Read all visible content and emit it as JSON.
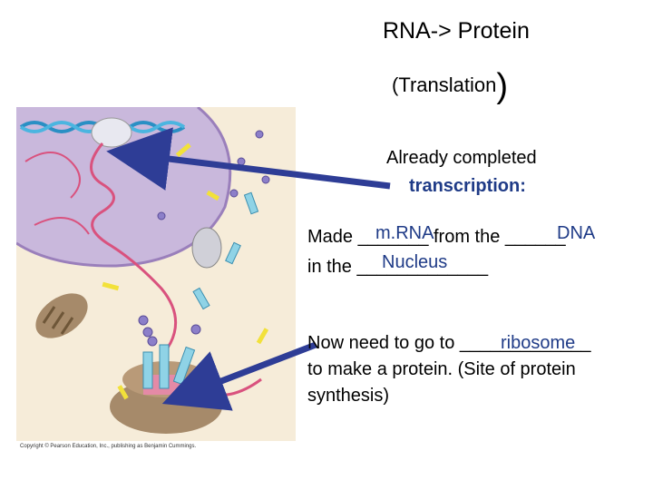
{
  "title": {
    "line1": "RNA-> Protein",
    "line2": "(Translation",
    "paren": ")"
  },
  "callout": {
    "line1": "Already completed",
    "line2": "transcription:"
  },
  "made": {
    "line1": "Made _______ from the ______",
    "line2": "in the _____________",
    "answer_mrna": "m.RNA",
    "answer_dna": "DNA",
    "answer_nucleus": "Nucleus"
  },
  "next": {
    "line1": "Now need to go to _____________",
    "line2": "to make a protein.  (Site of protein",
    "line3": "synthesis)",
    "answer_ribosome": "ribosome"
  },
  "figure": {
    "copyright": "Copyright © Pearson Education, Inc., publishing as Benjamin Cummings."
  },
  "colors": {
    "answer": "#1f3b87",
    "arrow": "#2e3d96",
    "nucleus": "#c9b8dc",
    "cytoplasm": "#f6ecd9",
    "ribosome": "#a68a6a",
    "mrna": "#d9527e"
  }
}
